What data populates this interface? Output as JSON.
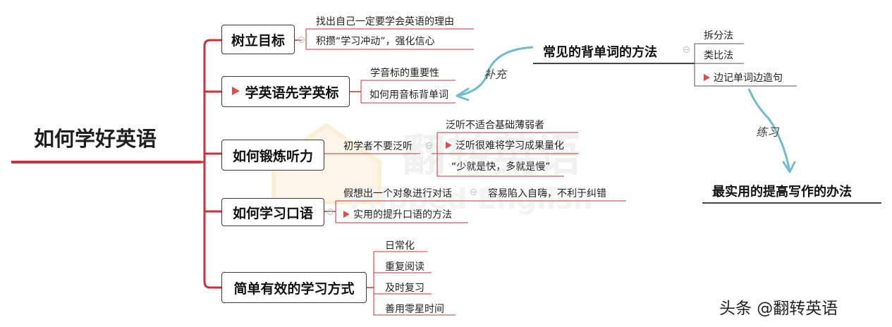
{
  "root": {
    "label": "如何学好英语"
  },
  "watermark": {
    "title": "翻转英语",
    "subtitle": "Flipped English"
  },
  "branches": [
    {
      "label": "树立目标",
      "flag": false,
      "items": [
        "找出自己一定要学会英语的理由",
        "积攒“学习冲动”，强化信心"
      ]
    },
    {
      "label": "学英语先学英标",
      "flag": true,
      "items": [
        "学音标的重要性",
        "如何用音标背单词"
      ]
    },
    {
      "label": "如何锻炼听力",
      "flag": false,
      "mid": "初学者不要泛听",
      "items": [
        "泛听不适合基础薄弱者",
        "泛听很难将学习成果量化",
        "“少就是快，多就是慢”"
      ]
    },
    {
      "label": "如何学习口语",
      "flag": false,
      "items": [
        "假想出一个对象进行对话",
        "实用的提升口语的方法"
      ],
      "sub_item": "容易陷入自嗨，不利于纠错"
    },
    {
      "label": "简单有效的学习方式",
      "flag": false,
      "items": [
        "日常化",
        "重复阅读",
        "及时复习",
        "善用零星时间"
      ]
    }
  ],
  "side": {
    "title": "常见的背单词的方法",
    "items": [
      "拆分法",
      "类比法",
      "边记单词边造句"
    ],
    "supplement_label": "补充",
    "practice_label": "练习",
    "bottom_title": "最实用的提高写作的办法"
  },
  "footer": {
    "credit": "头条 @翻转英语"
  },
  "colors": {
    "trunk": "#c8323c",
    "accent_arrow": "#6fbccb",
    "flag": "#e04a4a"
  }
}
